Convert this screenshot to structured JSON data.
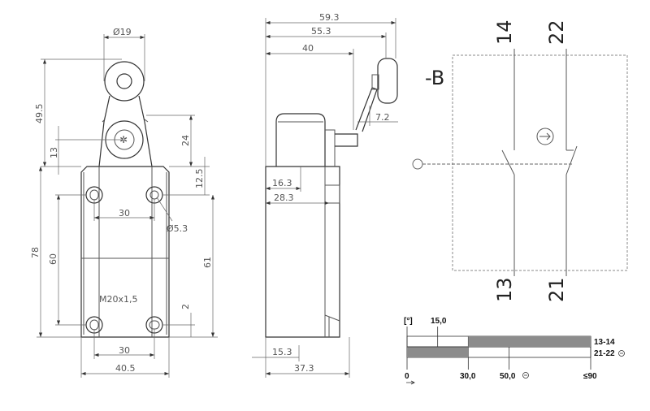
{
  "front_view": {
    "dims": {
      "roller_dia": "Ø19",
      "height_total": "49.5",
      "pivot": "13",
      "lever": "24",
      "top_hole": "12.5",
      "hole_spacing_top": "30",
      "hole_dia": "Ø5.3",
      "height_body": "78",
      "hole_vertical": "60",
      "right_height": "61",
      "small": "2",
      "hole_spacing_bottom": "30",
      "width": "40.5"
    },
    "thread_label": "M20x1,5"
  },
  "side_view": {
    "dims": {
      "d1": "59.3",
      "d2": "55.3",
      "d3": "40",
      "d4": "7.2",
      "d5": "16.3",
      "d6": "28.3",
      "d7": "15.3",
      "d8": "37.3"
    }
  },
  "schematic": {
    "designator": "-B",
    "terminals": {
      "t14": "14",
      "t22": "22",
      "t13": "13",
      "t21": "21"
    }
  },
  "chart_data": {
    "type": "table",
    "title": "Switching diagram",
    "unit_label": "[°]",
    "axis_ticks": [
      "0",
      "30,0",
      "50,0",
      "≤90"
    ],
    "marker_label": "15,0",
    "rows": [
      {
        "name": "13-14",
        "closed_from": 30,
        "closed_to": 90
      },
      {
        "name": "21-22",
        "closed_from": 0,
        "closed_to": 30,
        "positive_opening": true
      }
    ],
    "xlim": [
      0,
      90
    ],
    "fill_color": "#8c8c8c"
  }
}
